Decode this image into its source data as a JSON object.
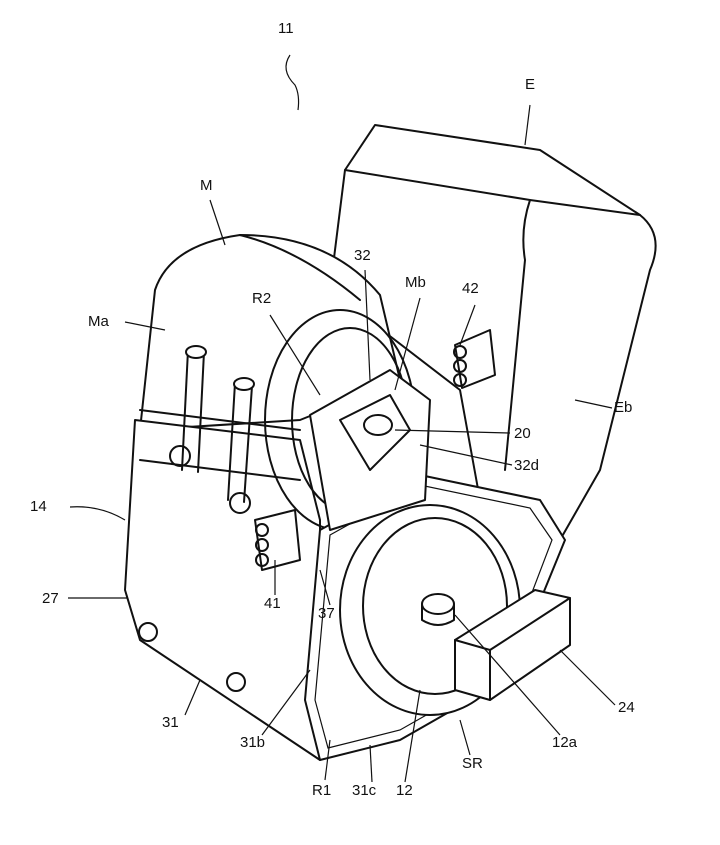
{
  "figure": {
    "labels": {
      "l11": "11",
      "E": "E",
      "M": "M",
      "Ma": "Ma",
      "R2": "R2",
      "l32": "32",
      "Mb": "Mb",
      "l42": "42",
      "Eb": "Eb",
      "l20": "20",
      "l32d": "32d",
      "l14": "14",
      "l27": "27",
      "l41": "41",
      "l37": "37",
      "l31": "31",
      "l31b": "31b",
      "R1": "R1",
      "l31c": "31c",
      "l12": "12",
      "SR": "SR",
      "l12a": "12a",
      "l24": "24"
    }
  }
}
